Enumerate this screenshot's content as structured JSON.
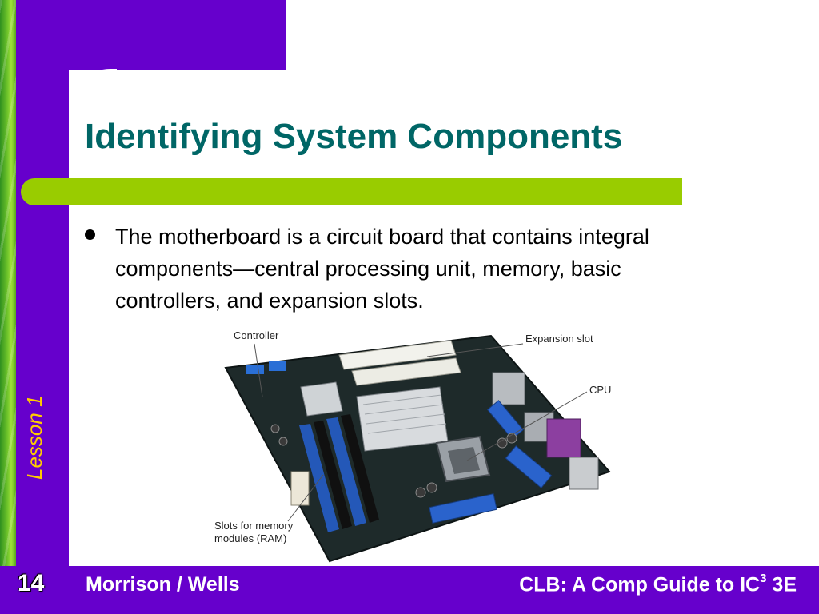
{
  "slide": {
    "title": "Identifying System Components",
    "bullets": [
      "The motherboard is a circuit board that contains integral components—central processing unit, memory, basic controllers, and expansion slots."
    ],
    "side_label": "Lesson 1",
    "page_number": "14",
    "footer_left": "Morrison / Wells",
    "footer_right_prefix": "CLB: A Comp Guide to IC",
    "footer_right_sup": "3",
    "footer_right_suffix": " 3E"
  },
  "figure": {
    "callouts": {
      "controller": "Controller",
      "expansion_slot": "Expansion slot",
      "cpu": "CPU",
      "ram_line1": "Slots for memory",
      "ram_line2": "modules (RAM)"
    }
  },
  "colors": {
    "frame_purple": "#6600cc",
    "accent_lime": "#99cc00",
    "title_teal": "#006666",
    "side_label_yellow": "#ffcc00"
  }
}
